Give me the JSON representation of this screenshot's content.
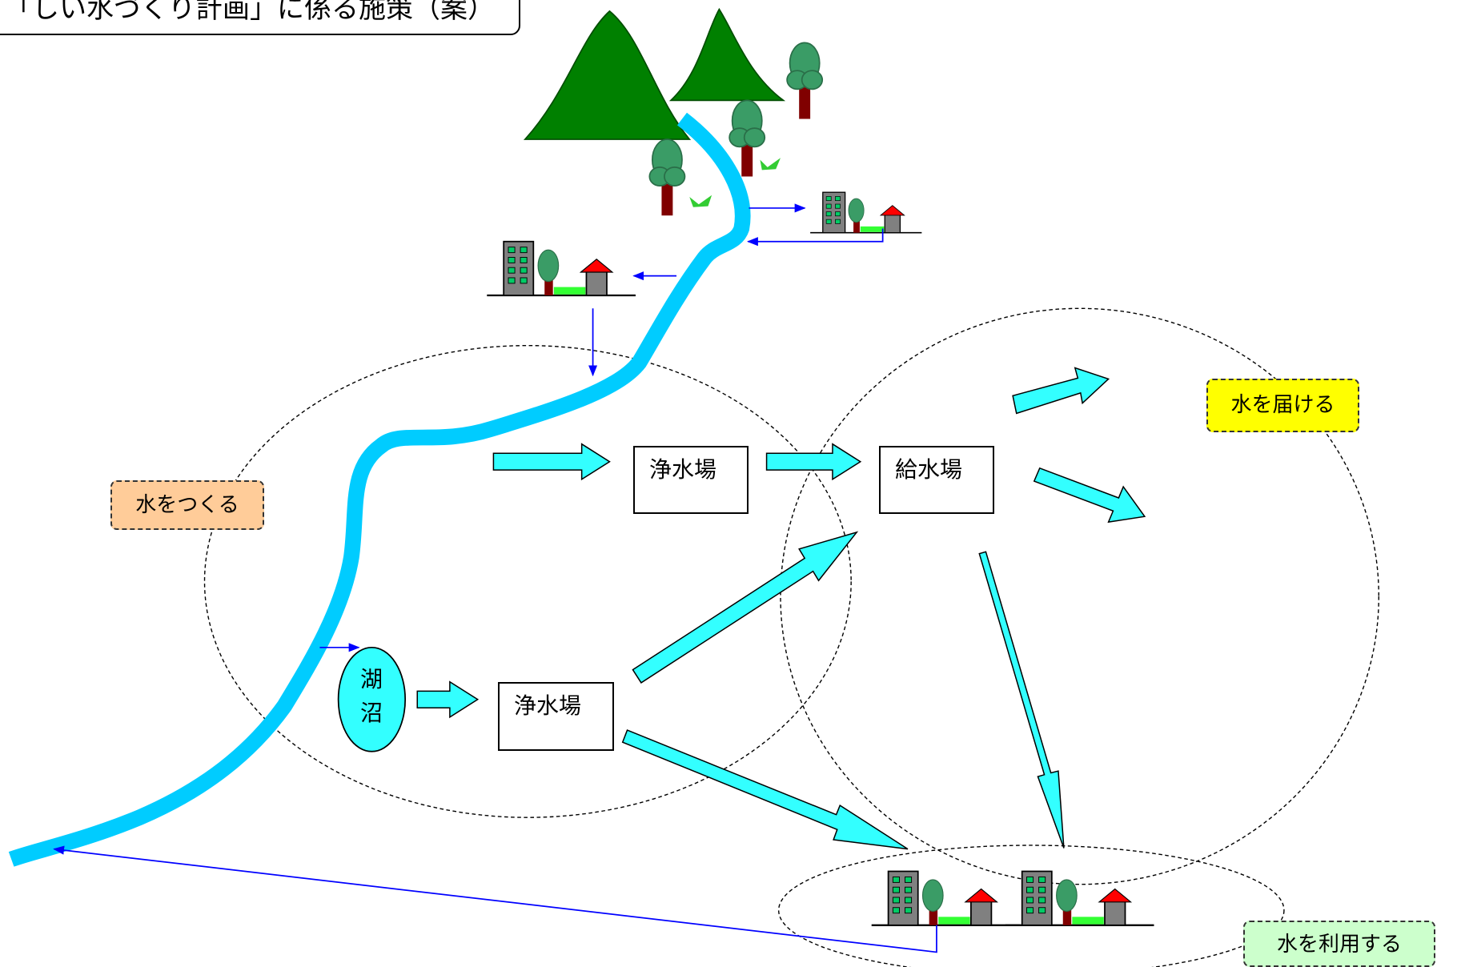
{
  "title": "「しい水づくり計画」に係る施策（案）",
  "areas": {
    "make": "水をつくる",
    "deliver": "水を届ける",
    "use": "水を利用する"
  },
  "facilities": {
    "purification_upper": "浄水場",
    "purification_lower": "浄水場",
    "supply": "給水場"
  },
  "lake": {
    "chars": [
      "湖",
      "沼"
    ]
  },
  "colors": {
    "river": "#00ccff",
    "arrow": "#33ffff",
    "mountain": "#008000",
    "tree": "#3a9c66",
    "trunk": "#800000",
    "building": "#808080",
    "roof": "#ff0000",
    "grass": "#33ff33",
    "flow_line": "#0000ff",
    "tag_make": "#ffcc99",
    "tag_deliver": "#ffff00",
    "tag_use": "#ccffcc"
  }
}
